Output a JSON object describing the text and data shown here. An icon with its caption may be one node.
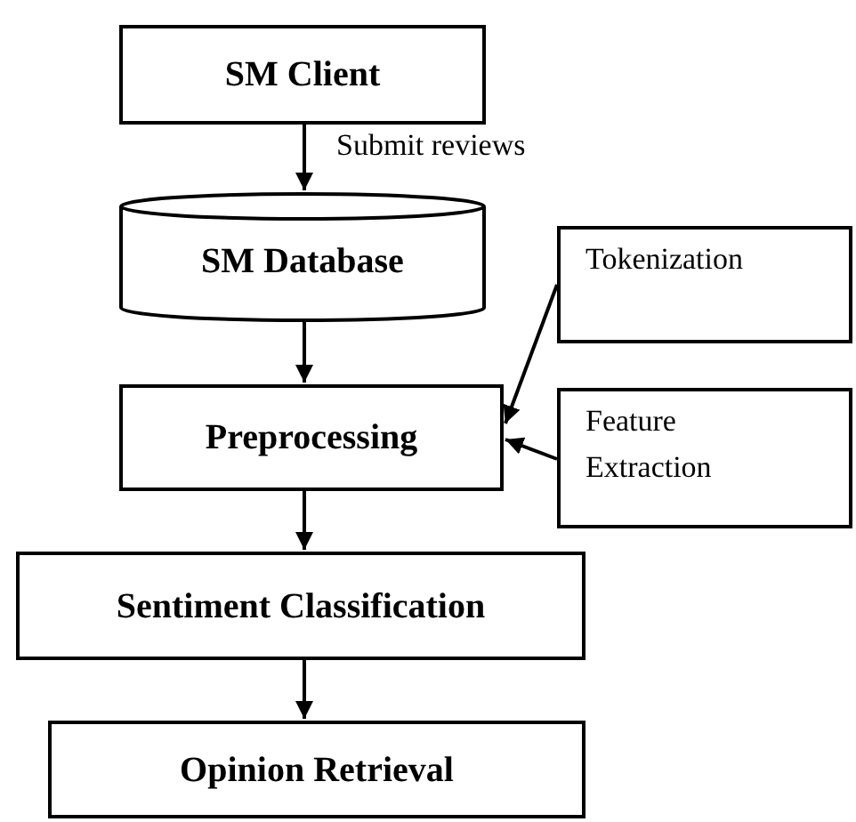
{
  "diagram": {
    "nodes": [
      {
        "text": [
          "SM Client"
        ]
      },
      {
        "text": [
          "SM Database"
        ]
      },
      {
        "text": [
          "Tokenization"
        ]
      },
      {
        "text": [
          "Preprocessing"
        ]
      },
      {
        "text": [
          "Feature Extraction"
        ]
      },
      {
        "text": [
          "Sentiment Classification"
        ]
      },
      {
        "text": [
          "Opinion Retrieval"
        ]
      }
    ],
    "edges": [
      {
        "from": 0,
        "to": 1,
        "arrow": "to",
        "label": "Submit reviews"
      },
      {
        "from": 1,
        "to": 3,
        "arrow": "to"
      },
      {
        "from": 2,
        "to": 3,
        "arrow": "to"
      },
      {
        "from": 4,
        "to": 3,
        "arrow": "to"
      },
      {
        "from": 3,
        "to": 5,
        "arrow": "to"
      },
      {
        "from": 5,
        "to": 6,
        "arrow": "to"
      }
    ]
  }
}
